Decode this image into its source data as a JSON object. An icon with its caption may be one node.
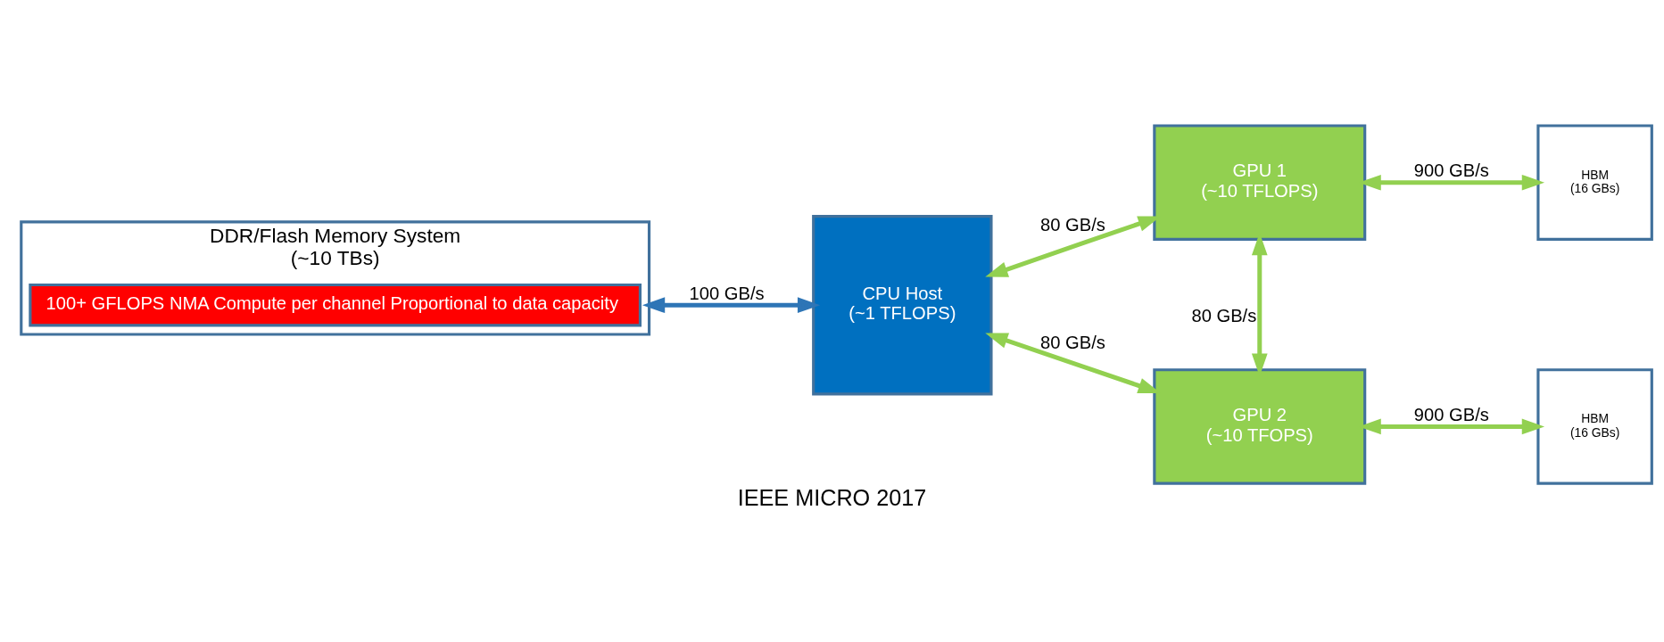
{
  "diagram": {
    "caption": "IEEE MICRO 2017",
    "nodes": [
      {
        "text": [
          "DDR/Flash Memory System",
          "(~10 TBs)"
        ]
      },
      {
        "text": [
          "100+ GFLOPS NMA Compute per channel Proportional to data capacity"
        ],
        "in": 0
      },
      {
        "text": [
          "CPU Host",
          "(~1 TFLOPS)"
        ]
      },
      {
        "text": [
          "GPU 1",
          "(~10 TFLOPS)"
        ]
      },
      {
        "text": [
          "GPU 2",
          "(~10 TFOPS)"
        ]
      },
      {
        "text": [
          "HBM",
          "(16 GBs)"
        ]
      },
      {
        "text": [
          "HBM",
          "(16 GBs)"
        ]
      }
    ],
    "edges": [
      {
        "from": 0,
        "to": 2,
        "arrow": "both",
        "label": "100 GB/s",
        "color": "#2e75b6"
      },
      {
        "from": 2,
        "to": 3,
        "arrow": "both",
        "label": "80 GB/s"
      },
      {
        "from": 2,
        "to": 4,
        "arrow": "both",
        "label": "80 GB/s"
      },
      {
        "from": 3,
        "to": 4,
        "arrow": "both",
        "label": "80 GB/s"
      },
      {
        "from": 3,
        "to": 5,
        "arrow": "both",
        "label": "900 GB/s"
      },
      {
        "from": 4,
        "to": 6,
        "arrow": "both",
        "label": "900 GB/s"
      }
    ]
  }
}
